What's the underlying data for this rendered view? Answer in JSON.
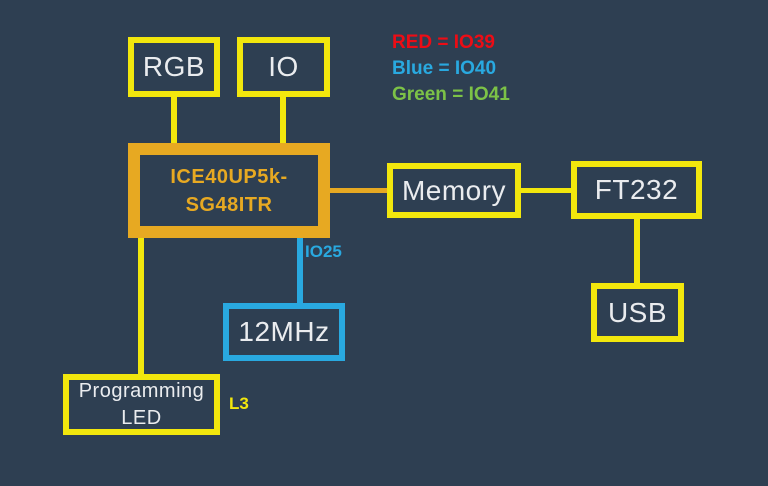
{
  "colors": {
    "background": "#2E3F52",
    "yellow": "#F2E70D",
    "gold": "#E7A922",
    "blue": "#29A9E0",
    "red": "#ED0C15",
    "green": "#7CC247",
    "text": "#EAECEF"
  },
  "legend": {
    "red_entry": "RED = IO39",
    "blue_entry": "Blue = IO40",
    "green_entry": "Green = IO41"
  },
  "nodes": {
    "rgb": {
      "label": "RGB"
    },
    "io": {
      "label": "IO"
    },
    "fpga": {
      "label": "ICE40UP5k-\nSG48ITR"
    },
    "memory": {
      "label": "Memory"
    },
    "ft232": {
      "label": "FT232"
    },
    "usb": {
      "label": "USB"
    },
    "osc": {
      "label": "12MHz"
    },
    "prog_led": {
      "label": "Programming\nLED"
    }
  },
  "pin_labels": {
    "osc_pin": "IO25",
    "led_reference": "L3"
  }
}
